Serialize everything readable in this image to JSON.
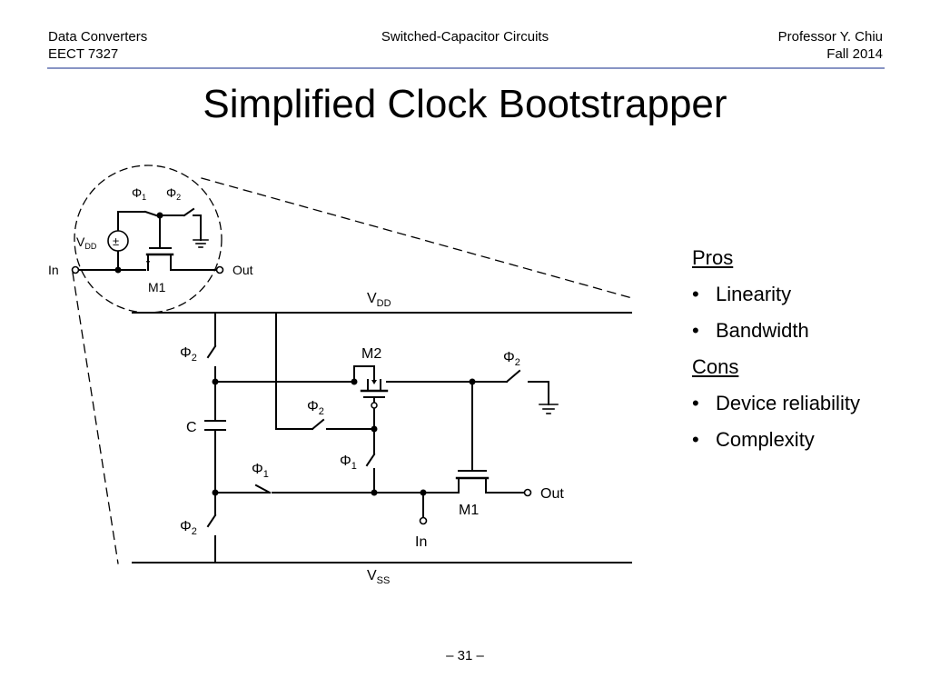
{
  "header": {
    "course": "Data Converters",
    "code": "EECT 7327",
    "topic": "Switched-Capacitor Circuits",
    "instructor": "Professor Y. Chiu",
    "term": "Fall 2014"
  },
  "title": "Simplified Clock Bootstrapper",
  "pros_cons": {
    "pros_heading": "Pros",
    "pros": [
      "Linearity",
      "Bandwidth"
    ],
    "cons_heading": "Cons",
    "cons": [
      "Device reliability",
      "Complexity"
    ],
    "bullet": "•"
  },
  "circuit": {
    "phi": "Φ",
    "sub1": "1",
    "sub2": "2",
    "v": "V",
    "dd": "DD",
    "ss": "SS",
    "in": "In",
    "out": "Out",
    "m1": "M1",
    "m2": "M2",
    "c": "C",
    "plusminus": "±"
  },
  "footer": {
    "page": "– 31 –"
  }
}
